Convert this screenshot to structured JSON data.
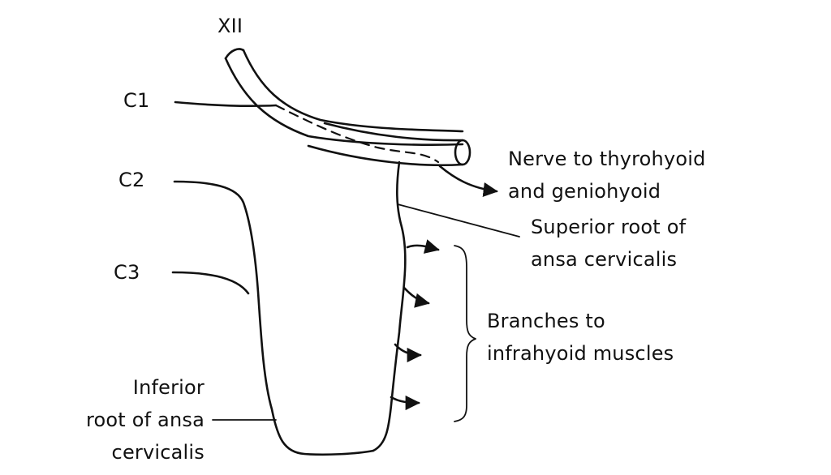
{
  "labels": {
    "xii": "XII",
    "c1": "C1",
    "c2": "C2",
    "c3": "C3",
    "thyro_line1": "Nerve to thyrohyoid",
    "thyro_line2": "and geniohyoid",
    "superior_line1": "Superior root of",
    "superior_line2": "ansa cervicalis",
    "branches_line1": "Branches to",
    "branches_line2": "infrahyoid muscles",
    "inferior_line1": "Inferior",
    "inferior_line2": "root of ansa",
    "inferior_line3": "cervicalis"
  },
  "colors": {
    "ink": "#111111",
    "background": "#ffffff"
  }
}
